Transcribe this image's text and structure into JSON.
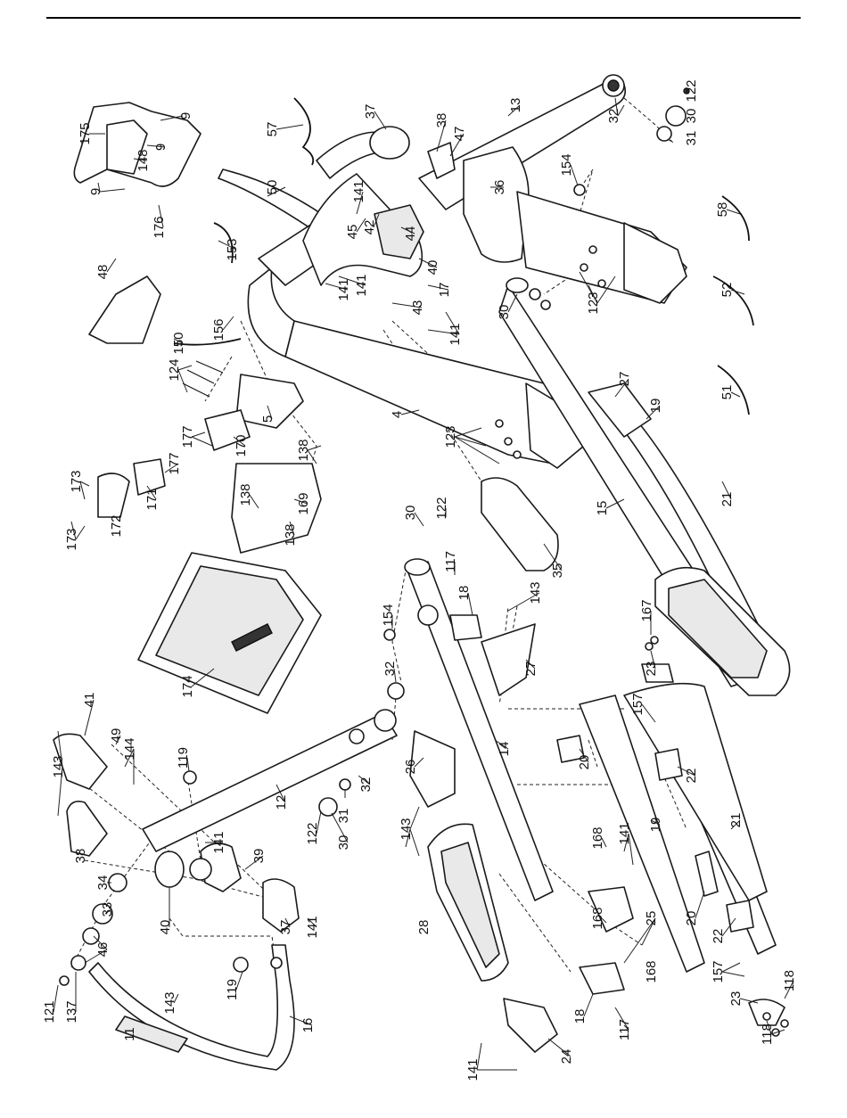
{
  "labels": [
    "175",
    "9",
    "9",
    "148",
    "9",
    "176",
    "57",
    "37",
    "38",
    "47",
    "13",
    "32",
    "122",
    "30",
    "31",
    "50",
    "141",
    "45",
    "42",
    "44",
    "36",
    "154",
    "58",
    "153",
    "141",
    "141",
    "40",
    "17",
    "43",
    "141",
    "30",
    "123",
    "52",
    "156",
    "48",
    "150",
    "124",
    "4",
    "123",
    "27",
    "19",
    "51",
    "177",
    "170",
    "5",
    "138",
    "173",
    "177",
    "171",
    "172",
    "173",
    "138",
    "169",
    "138",
    "15",
    "21",
    "122",
    "30",
    "117",
    "18",
    "154",
    "143",
    "35",
    "167",
    "23",
    "174",
    "32",
    "27",
    "157",
    "143",
    "41",
    "49",
    "144",
    "119",
    "12",
    "14",
    "20",
    "22",
    "26",
    "141",
    "31",
    "32",
    "38",
    "143",
    "39",
    "122",
    "30",
    "19",
    "21",
    "168",
    "141",
    "34",
    "33",
    "46",
    "40",
    "37",
    "141",
    "28",
    "168",
    "25",
    "20",
    "22",
    "168",
    "157",
    "121",
    "137",
    "11",
    "143",
    "119",
    "16",
    "141",
    "18",
    "117",
    "24",
    "23",
    "118",
    "118"
  ]
}
